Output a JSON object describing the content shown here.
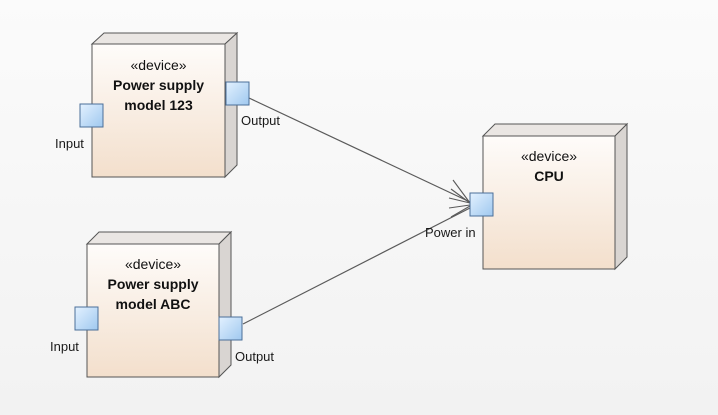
{
  "colors": {
    "node_fill_top": "#fefcfa",
    "node_fill_bottom": "#f3dfcc",
    "node_side": "#d9d5d2",
    "node_stroke": "#555555",
    "port_fill": "#b8d8f6",
    "port_stroke": "#4b6f99",
    "connector": "#5a5a5a"
  },
  "nodes": [
    {
      "id": "psu123",
      "stereotype": "«device»",
      "name_lines": [
        "Power supply",
        "model 123"
      ],
      "ports": [
        {
          "label": "Input"
        },
        {
          "label": "Output"
        }
      ]
    },
    {
      "id": "psuABC",
      "stereotype": "«device»",
      "name_lines": [
        "Power supply",
        "model ABC"
      ],
      "ports": [
        {
          "label": "Input"
        },
        {
          "label": "Output"
        }
      ]
    },
    {
      "id": "cpu",
      "stereotype": "«device»",
      "name_lines": [
        "CPU"
      ],
      "ports": [
        {
          "label": "Power in"
        }
      ]
    }
  ],
  "connectors": [
    {
      "from": "psu123.Output",
      "to": "cpu.Power in"
    },
    {
      "from": "psuABC.Output",
      "to": "cpu.Power in"
    }
  ]
}
